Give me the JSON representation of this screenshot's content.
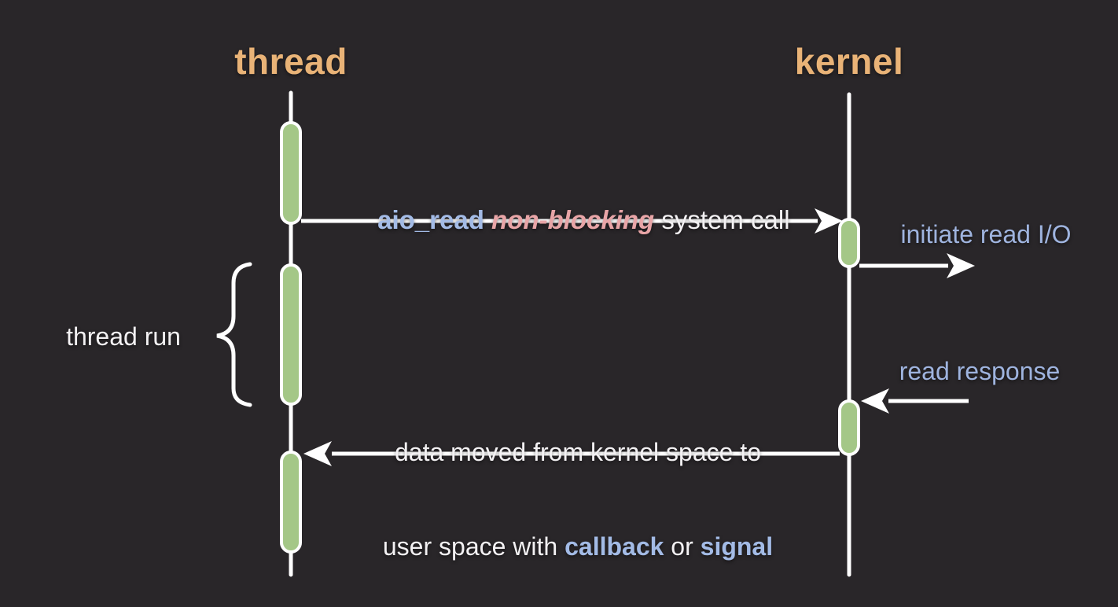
{
  "diagram": {
    "type": "sequence-diagram",
    "topic": "asynchronous non-blocking I/O (aio_read) flow between thread and kernel"
  },
  "colors": {
    "background": "#292629",
    "actor_label_orange": "#e9b377",
    "accent_blue": "#a3bbe6",
    "accent_pink": "#e8a5a7",
    "activation_green": "#a4c787",
    "line_white": "#ffffff",
    "text_white": "#f3f1f3"
  },
  "actors": {
    "thread": {
      "label": "thread"
    },
    "kernel": {
      "label": "kernel"
    }
  },
  "messages": {
    "aio_call": {
      "part_code": "aio_read ",
      "part_mode": "non-blocking",
      "part_rest": " system call"
    },
    "initiate_read": {
      "label": "initiate read I/O"
    },
    "read_response": {
      "label": "read response"
    },
    "data_moved": {
      "line1": "data moved from kernel space to",
      "line2_prefix": "user space with ",
      "line2_callback": "callback",
      "line2_or": " or ",
      "line2_signal": "signal"
    }
  },
  "annotations": {
    "thread_run": {
      "label": "thread run"
    }
  }
}
